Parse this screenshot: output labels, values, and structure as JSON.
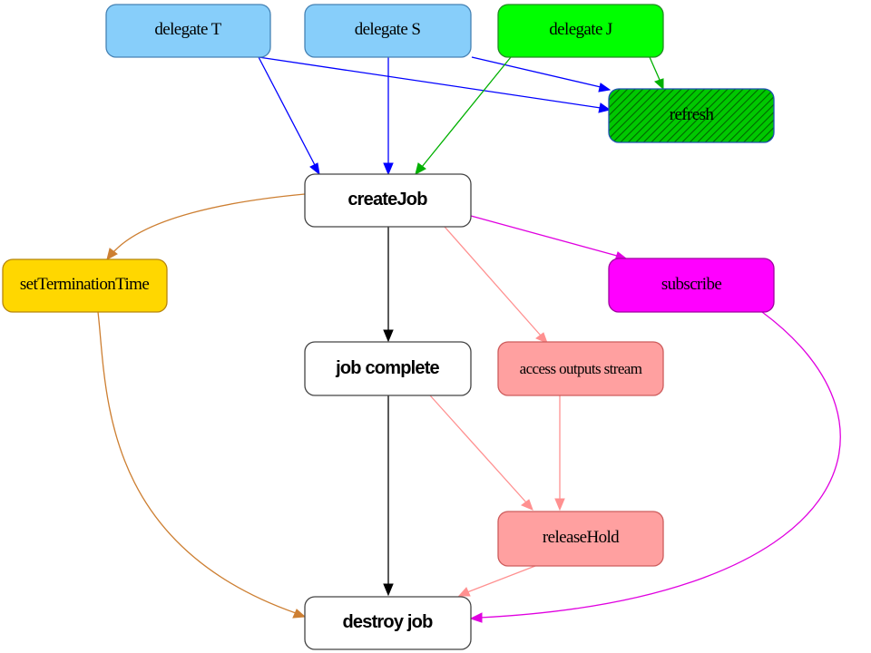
{
  "nodes": {
    "delegate_t": {
      "label": "delegate T",
      "fill": "#87cefa",
      "stroke": "#4682b4"
    },
    "delegate_s": {
      "label": "delegate S",
      "fill": "#87cefa",
      "stroke": "#4682b4"
    },
    "delegate_j": {
      "label": "delegate J",
      "fill": "#00ff00",
      "stroke": "#228b22"
    },
    "refresh": {
      "label": "refresh",
      "fill": "#00c800",
      "stroke": "#1e50b4",
      "pattern": "diagonal-hatch"
    },
    "create_job": {
      "label": "createJob",
      "fill": "#ffffff",
      "stroke": "#444444"
    },
    "set_termination_time": {
      "label": "setTerminationTime",
      "fill": "#ffd700",
      "stroke": "#b8860b"
    },
    "subscribe": {
      "label": "subscribe",
      "fill": "#ff00ff",
      "stroke": "#a000a0"
    },
    "job_complete": {
      "label": "job complete",
      "fill": "#ffffff",
      "stroke": "#444444"
    },
    "access_outputs_stream": {
      "label": "access outputs stream",
      "fill": "#ffa0a0",
      "stroke": "#cd5c5c"
    },
    "release_hold": {
      "label": "releaseHold",
      "fill": "#ffa0a0",
      "stroke": "#cd5c5c"
    },
    "destroy_job": {
      "label": "destroy job",
      "fill": "#ffffff",
      "stroke": "#444444"
    }
  },
  "edge_colors": {
    "delegate_t": "#0000ff",
    "delegate_s": "#0000ff",
    "delegate_j": "#00b000",
    "create_job_main": "#000000",
    "create_job_pink": "#ff9090",
    "set_termination_time": "#cd7f32",
    "subscribe": "#e000e0"
  }
}
